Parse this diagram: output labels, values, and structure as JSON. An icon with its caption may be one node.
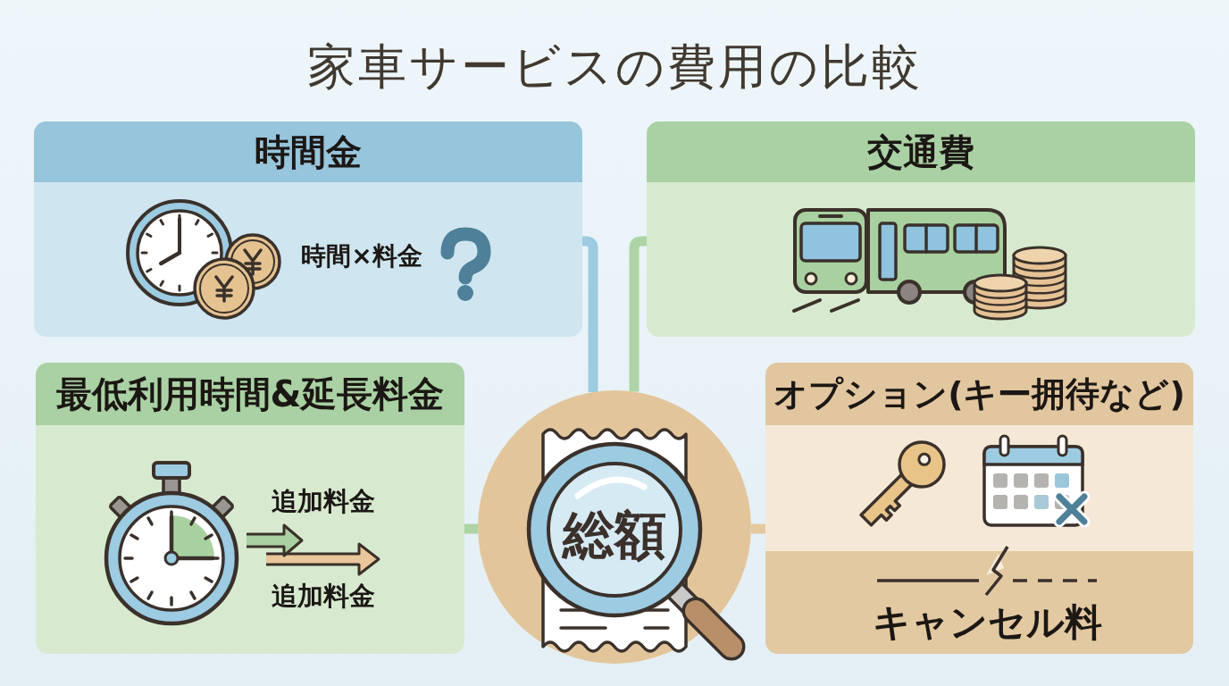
{
  "diagram": {
    "title": "家車サービスの費用の比較",
    "nodes": [
      {
        "text": [
          "時間金",
          "時間×料金"
        ]
      },
      {
        "text": [
          "交通費"
        ]
      },
      {
        "text": [
          "最低利用時間&延長料金",
          "追加料金",
          "追加料金"
        ]
      },
      {
        "text": [
          "総額"
        ]
      },
      {
        "text": [
          "オプション(キー拥待など)",
          "キャンセル料"
        ]
      }
    ],
    "edges": [
      {
        "from": 0,
        "to": 3,
        "arrow": "none",
        "color": "#9ccbe2"
      },
      {
        "from": 1,
        "to": 3,
        "arrow": "none"
      },
      {
        "from": 2,
        "to": 3,
        "arrow": "none"
      },
      {
        "from": 3,
        "to": 4,
        "arrow": "none",
        "color": "#e5c9a0"
      }
    ]
  }
}
